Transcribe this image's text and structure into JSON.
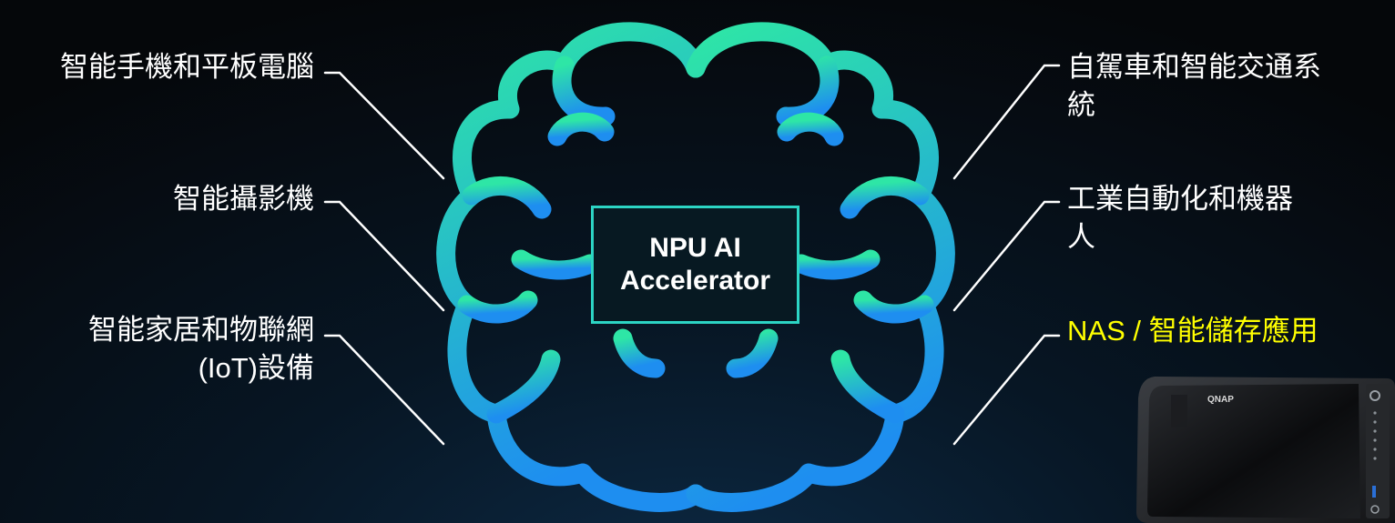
{
  "chip": {
    "line1": "NPU AI",
    "line2": "Accelerator"
  },
  "left_labels": [
    {
      "lines": [
        "智能手機和平板電腦"
      ]
    },
    {
      "lines": [
        "智能攝影機"
      ]
    },
    {
      "lines": [
        "智能家居和物聯網",
        "(IoT)設備"
      ]
    }
  ],
  "right_labels": [
    {
      "lines": [
        "自駕車和智能交通系",
        "統"
      ]
    },
    {
      "lines": [
        "工業自動化和機器",
        "人"
      ]
    },
    {
      "lines": [
        "NAS / 智能儲存應用"
      ],
      "highlight": true
    }
  ],
  "nas_device": {
    "brand": "QNAP"
  },
  "colors": {
    "brain_top": "#2ee6a6",
    "brain_bottom": "#1e8ef0",
    "chip_border": "#2cd4c4",
    "highlight_text": "#ffff00",
    "connector": "#ffffff"
  },
  "icons": {
    "brain": "brain-outline-icon",
    "nas": "nas-device-icon"
  }
}
